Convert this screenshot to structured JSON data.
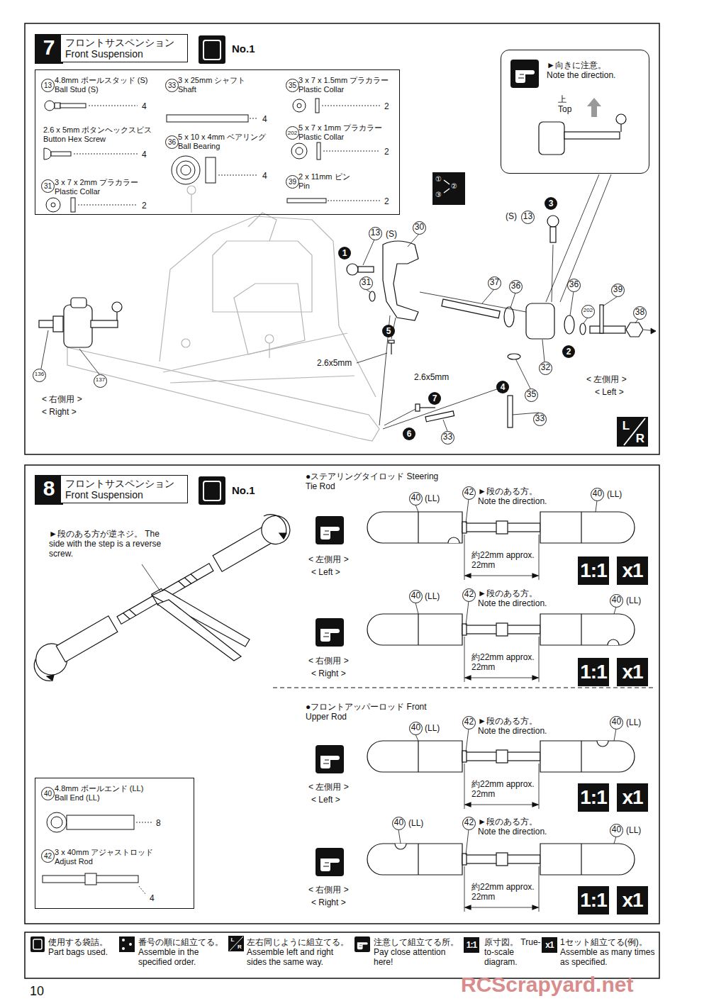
{
  "diagram": {
    "nodes": [
      {
        "text": [
          "7"
        ]
      },
      {
        "text": [
          "フロントサスペンション Front Suspension"
        ]
      },
      {
        "text": [
          "13",
          "4.8mm ボールスタッド (S) Ball Stud (S)",
          "4",
          "2.6 x 5mm ボタンヘックスビス Button Hex Screw",
          "4",
          "31",
          "3 x 7 x 2mm プラカラー Plastic Collar",
          "2",
          "33",
          "3 x 25mm シャフト Shaft",
          "4",
          "36",
          "5 x 10 x 4mm ベアリング Ball Bearing",
          "4",
          "35",
          "3 x 7 x 1.5mm プラカラー Plastic Collar",
          "2",
          "202",
          "5 x 7 x 1mm プラカラー Plastic Collar",
          "2",
          "39",
          "2 x 11mm ピン Pin",
          "2"
        ]
      },
      {
        "text": [
          "►向きに注意。 Note the direction.",
          "上 Top"
        ]
      },
      {
        "text": [
          "8"
        ]
      },
      {
        "text": [
          "フロントサスペンション Front Suspension"
        ]
      },
      {
        "text": [
          "40",
          "4.8mm ボールエンド (LL) Ball End (LL)",
          "8",
          "42",
          "3 x 40mm アジャストロッド Adjust Rod",
          "4"
        ]
      }
    ],
    "labels": [
      "No.1",
      "①",
      "②",
      "③",
      "13",
      "(S)",
      "30",
      "1",
      "31",
      "5",
      "2.6x5mm",
      "(S)",
      "13",
      "3",
      "37",
      "36",
      "36",
      "39",
      "202",
      "38",
      "2",
      "32",
      "35",
      "4",
      "33",
      "2.6x5mm",
      "7",
      "6",
      "33",
      "< 左側用 >",
      "< Left >",
      "136",
      "137",
      "< 右側用 >",
      "< Right >",
      "L",
      "R",
      "No.1",
      "►段のある方が逆ネジ。 The side with the step is a reverse screw.",
      "●ステアリングタイロッド Steering Tie Rod",
      "40",
      "(LL)",
      "42",
      "►段のある方。 Note the direction.",
      "40",
      "(LL)",
      "約22mm approx. 22mm",
      "< 左側用 >",
      "< Left >",
      "1:1",
      "x1",
      "40",
      "(LL)",
      "42",
      "►段のある方。 Note the direction.",
      "40",
      "(LL)",
      "約22mm approx. 22mm",
      "< 右側用 >",
      "< Right >",
      "1:1",
      "x1",
      "●フロントアッパーロッド Front Upper Rod",
      "40",
      "(LL)",
      "42",
      "►段のある方。 Note the direction.",
      "40",
      "(LL)",
      "約22mm approx. 22mm",
      "< 左側用 >",
      "< Left >",
      "1:1",
      "x1",
      "40",
      "(LL)",
      "42",
      "►段のある方。 Note the direction.",
      "40",
      "(LL)",
      "約22mm approx. 22mm",
      "< 右側用 >",
      "< Right >",
      "1:1",
      "x1",
      "L",
      "R",
      "1:1",
      "x1",
      "10",
      "RCScrapyard.net"
    ],
    "legend": [
      {
        "text": "使用する袋詰。 Part bags used."
      },
      {
        "text": "番号の順に組立てる。 Assemble in the specified order."
      },
      {
        "text": "左右同じように組立てる。 Assemble left and right sides the same way."
      },
      {
        "text": "注意して組立てる所。 Pay close attention here!"
      },
      {
        "text": "原寸図。 True-to-scale diagram."
      },
      {
        "text": "1セット組立てる(例)。 Assemble as many times as specified."
      }
    ]
  }
}
